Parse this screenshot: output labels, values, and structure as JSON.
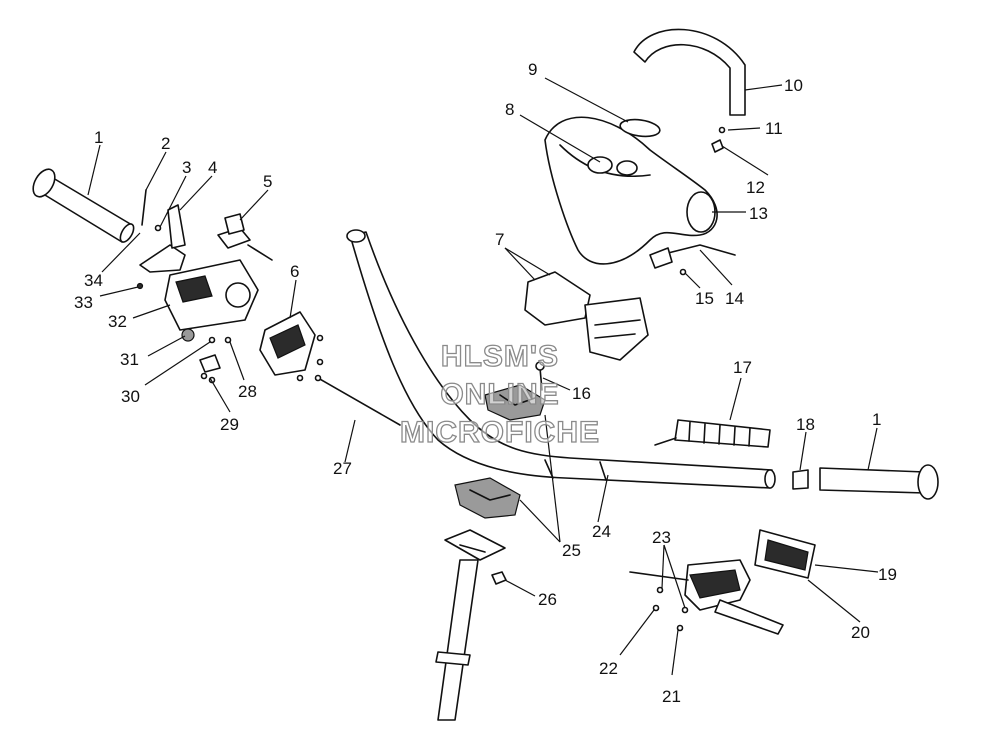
{
  "diagram": {
    "callouts": [
      "1",
      "2",
      "3",
      "4",
      "5",
      "6",
      "7",
      "8",
      "9",
      "10",
      "11",
      "12",
      "13",
      "14",
      "15",
      "16",
      "17",
      "18",
      "1",
      "19",
      "20",
      "21",
      "22",
      "23",
      "24",
      "25",
      "26",
      "27",
      "28",
      "29",
      "30",
      "31",
      "32",
      "33",
      "34"
    ]
  },
  "watermark": {
    "line1": "HLSM'S",
    "line2": "ONLINE",
    "line3": "MICROFICHE"
  }
}
